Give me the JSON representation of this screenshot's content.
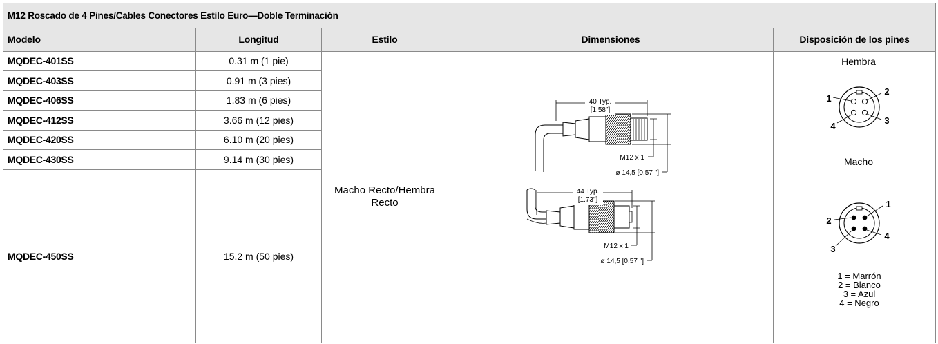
{
  "table_title": "M12 Roscado de 4 Pines/Cables Conectores Estilo Euro—Doble Terminación",
  "headers": {
    "model": "Modelo",
    "length": "Longitud",
    "style": "Estilo",
    "dimensions": "Dimensiones",
    "pinout": "Disposición de los pines"
  },
  "rows": [
    {
      "model": "MQDEC-401SS",
      "length": "0.31 m (1 pie)"
    },
    {
      "model": "MQDEC-403SS",
      "length": "0.91 m (3 pies)"
    },
    {
      "model": "MQDEC-406SS",
      "length": "1.83 m (6 pies)"
    },
    {
      "model": "MQDEC-412SS",
      "length": "3.66 m (12 pies)"
    },
    {
      "model": "MQDEC-420SS",
      "length": "6.10 m (20 pies)"
    },
    {
      "model": "MQDEC-430SS",
      "length": "9.14 m (30 pies)"
    },
    {
      "model": "MQDEC-450SS",
      "length": "15.2 m (50 pies)"
    }
  ],
  "style_value": "Macho Recto/Hembra Recto",
  "dimensions": {
    "top": {
      "length_mm": "40 Typ.",
      "length_in": "[1.58\"]",
      "thread": "M12 x 1",
      "diameter": "ø 14,5 [0,57 \"]"
    },
    "bottom": {
      "length_mm": "44 Typ.",
      "length_in": "[1.73\"]",
      "thread": "M12 x 1",
      "diameter": "ø 14,5 [0,57 \"]"
    }
  },
  "pinout": {
    "female_label": "Hembra",
    "male_label": "Macho",
    "female_pins": [
      "1",
      "2",
      "3",
      "4"
    ],
    "male_pins": [
      "1",
      "2",
      "3",
      "4"
    ],
    "legend": [
      "1 = Marrón",
      "2 = Blanco",
      "3 = Azul",
      "4 = Negro"
    ]
  }
}
